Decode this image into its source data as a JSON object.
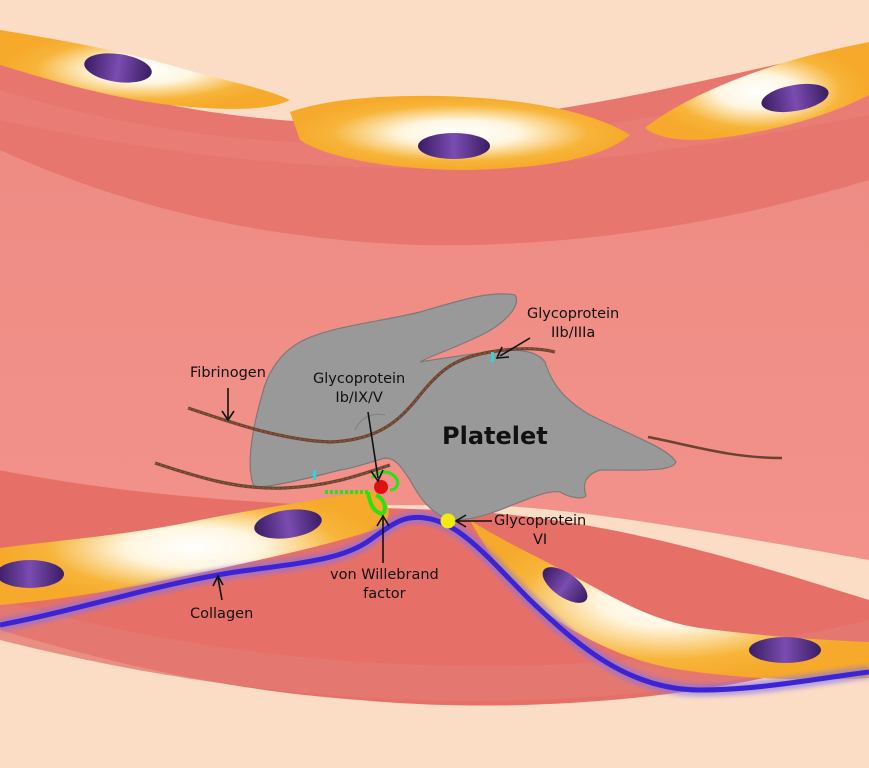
{
  "labels": {
    "platelet": "Platelet",
    "fibrinogen": "Fibrinogen",
    "gp_ib_line1": "Glycoprotein",
    "gp_ib_line2": "Ib/IX/V",
    "gp_iib_line1": "Glycoprotein",
    "gp_iib_line2": "IIb/IIIa",
    "gp_vi_line1": "Glycoprotein",
    "gp_vi_line2": "VI",
    "vwf_line1": "von Willebrand",
    "vwf_line2": "factor",
    "collagen": "Collagen"
  },
  "colors": {
    "background": "#fbdcc4",
    "vessel_wall": "#e5706a",
    "lumen": "#ef8a82",
    "endothelial_cell": "#f6ac2c",
    "nucleus": "#5a2e8a",
    "platelet": "#999999",
    "fibrinogen": "#6b4330",
    "collagen": "#3a2ad0",
    "gp_ib_receptor": "#e01010",
    "gp_vi_receptor": "#f2ea10",
    "von_willebrand_factor": "#2ee012"
  }
}
